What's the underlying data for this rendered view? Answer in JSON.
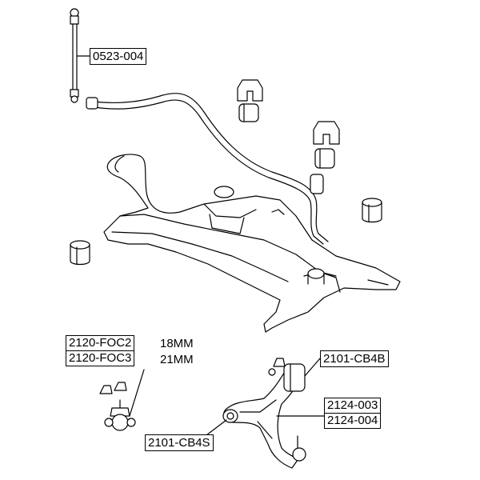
{
  "labels": {
    "stab_link": "0523-004",
    "ball_joint_a": "2120-FOC2",
    "ball_joint_b": "2120-FOC3",
    "size_a": "18MM",
    "size_b": "21MM",
    "bushing_rear": "2101-CB4B",
    "bushing_front": "2101-CB4S",
    "arm_a": "2124-003",
    "arm_b": "2124-004"
  },
  "colors": {
    "line": "#000000",
    "background": "#ffffff"
  }
}
